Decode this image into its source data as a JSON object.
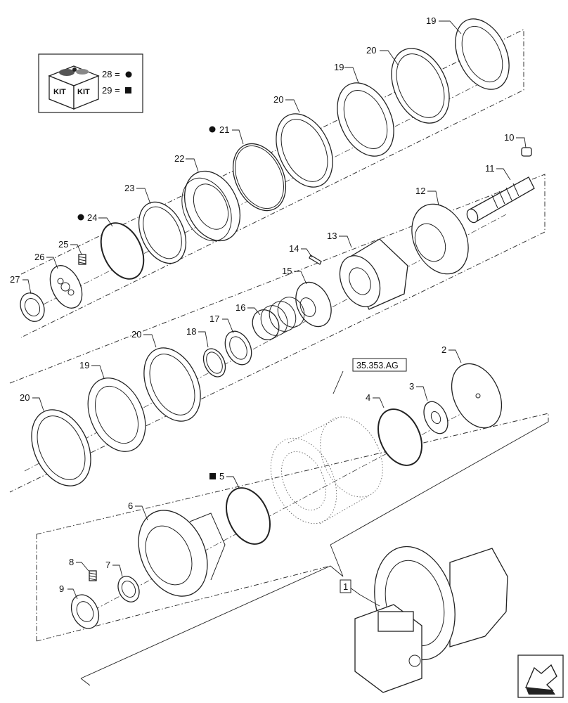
{
  "callouts": {
    "n1": "1",
    "n2": "2",
    "n3": "3",
    "n4": "4",
    "n5": "5",
    "n6": "6",
    "n7": "7",
    "n8": "8",
    "n9": "9",
    "n10": "10",
    "n11": "11",
    "n12": "12",
    "n13": "13",
    "n14": "14",
    "n15": "15",
    "n16": "16",
    "n17": "17",
    "n18": "18",
    "n19_top": "19",
    "n19_mid": "19",
    "n19_low": "19",
    "n20_top": "20",
    "n20_mid": "20",
    "n20_low_a": "20",
    "n20_low_b": "20",
    "n21": "21",
    "n22": "22",
    "n23": "23",
    "n24": "24",
    "n25": "25",
    "n26": "26",
    "n27": "27"
  },
  "kit_legend": {
    "kit_word_1": "KIT",
    "kit_word_2": "KIT",
    "entry_28": "28 =",
    "entry_29": "29 ="
  },
  "reference_label": "35.353.AG",
  "icon_names": [
    "kit-box-icon",
    "navigation-arrow-icon",
    "circle-marker-icon",
    "square-marker-icon"
  ]
}
